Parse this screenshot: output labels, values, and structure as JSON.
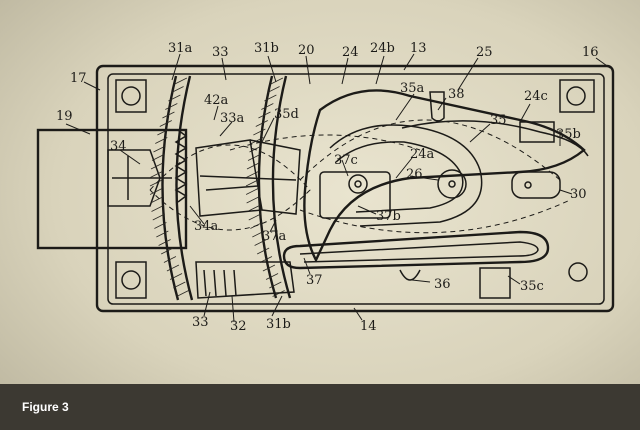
{
  "caption": "Figure 3",
  "reference_numerals": {
    "n31a": "31a",
    "n33_top": "33",
    "n31b_top": "31b",
    "n20": "20",
    "n24": "24",
    "n24b": "24b",
    "n13": "13",
    "n25": "25",
    "n16": "16",
    "n17": "17",
    "n19": "19",
    "n42a": "42a",
    "n33a": "33a",
    "n35d": "35d",
    "n35a": "35a",
    "n38": "38",
    "n24c": "24c",
    "n35": "35",
    "n35b": "35b",
    "n34": "34",
    "n37c": "37c",
    "n24a": "24a",
    "n26": "26",
    "n30": "30",
    "n34a": "34a",
    "n37b": "37b",
    "n37a": "37a",
    "n37": "37",
    "n36": "36",
    "n35c": "35c",
    "n33_bottom": "33",
    "n32": "32",
    "n31b_bottom": "31b",
    "n14": "14"
  }
}
